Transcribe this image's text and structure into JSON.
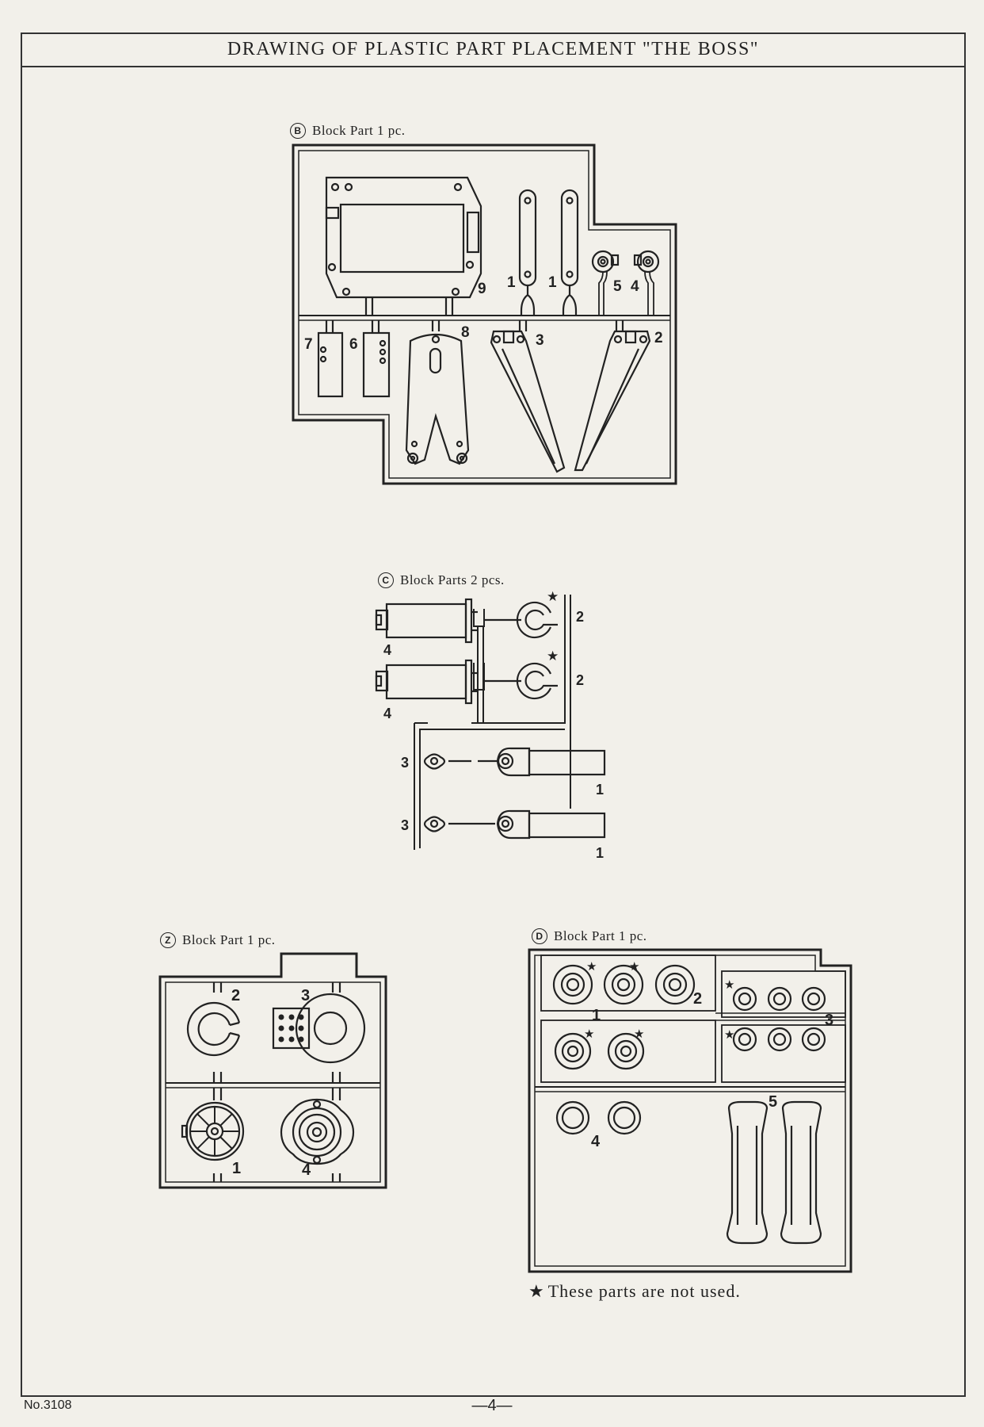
{
  "title": "DRAWING OF PLASTIC PART PLACEMENT \"THE BOSS\"",
  "blocks": {
    "b": {
      "mark": "B",
      "caption": "Block Part 1 pc.",
      "labels": [
        "9",
        "1",
        "1",
        "5",
        "4",
        "7",
        "6",
        "8",
        "3",
        "2"
      ]
    },
    "c": {
      "mark": "C",
      "caption": "Block Parts 2 pcs.",
      "labels": [
        "2",
        "2",
        "4",
        "4",
        "3",
        "3",
        "1",
        "1"
      ]
    },
    "z": {
      "mark": "Z",
      "caption": "Block Part 1 pc.",
      "labels": [
        "2",
        "3",
        "1",
        "4"
      ]
    },
    "d": {
      "mark": "D",
      "caption": "Block Part 1 pc.",
      "labels": [
        "2",
        "1",
        "3",
        "5",
        "4"
      ]
    }
  },
  "note": {
    "star": "★",
    "text": "These parts are not used."
  },
  "footer": {
    "model_number": "No.3108",
    "page_number": "—4—"
  },
  "icons": {
    "star": "star-icon",
    "circled_letter": "circled-letter-icon"
  }
}
